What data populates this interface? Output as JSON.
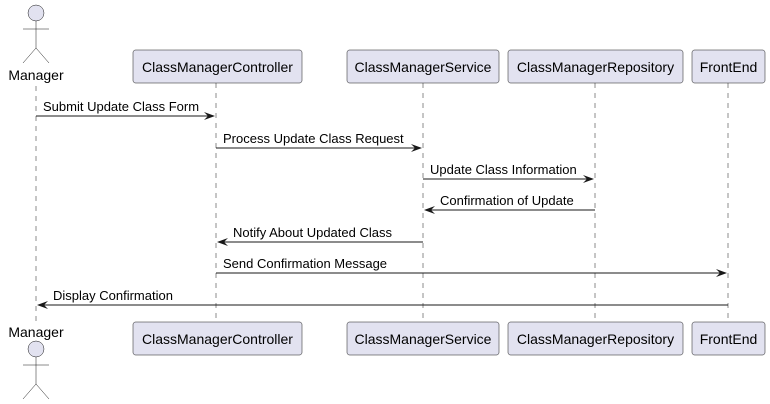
{
  "participants": [
    {
      "id": "manager",
      "label": "Manager",
      "kind": "actor"
    },
    {
      "id": "controller",
      "label": "ClassManagerController",
      "kind": "participant"
    },
    {
      "id": "service",
      "label": "ClassManagerService",
      "kind": "participant"
    },
    {
      "id": "repository",
      "label": "ClassManagerRepository",
      "kind": "participant"
    },
    {
      "id": "frontend",
      "label": "FrontEnd",
      "kind": "participant"
    }
  ],
  "messages": [
    {
      "from": "manager",
      "to": "controller",
      "label": "Submit Update Class Form"
    },
    {
      "from": "controller",
      "to": "service",
      "label": "Process Update Class Request"
    },
    {
      "from": "service",
      "to": "repository",
      "label": "Update Class Information"
    },
    {
      "from": "repository",
      "to": "service",
      "label": "Confirmation of Update"
    },
    {
      "from": "service",
      "to": "controller",
      "label": "Notify About Updated Class"
    },
    {
      "from": "controller",
      "to": "frontend",
      "label": "Send Confirmation Message"
    },
    {
      "from": "frontend",
      "to": "manager",
      "label": "Display Confirmation"
    }
  ],
  "colors": {
    "participant_fill": "#e2e2f0",
    "stroke": "#181818"
  }
}
